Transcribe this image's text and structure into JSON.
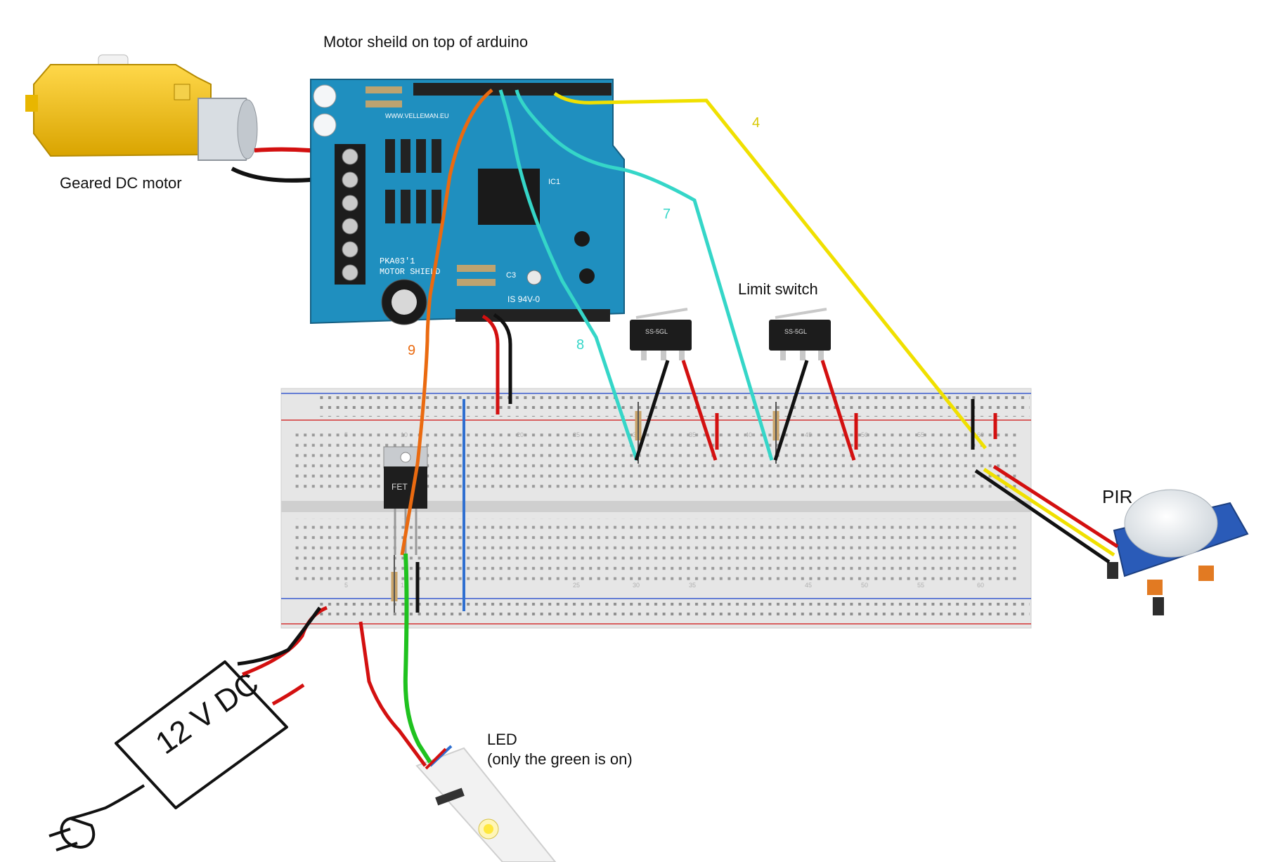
{
  "labels": {
    "shield_caption": "Motor sheild on top of arduino",
    "motor": "Geared DC motor",
    "limit_switch": "Limit switch",
    "pir": "PIR",
    "led_title": "LED",
    "led_note": "(only the green is on)",
    "psu": "12 V DC",
    "fet": "FET"
  },
  "shield_board": {
    "title": "PKA03'1",
    "subtitle": "MOTOR SHIELD",
    "brand": "WWW.VELLEMAN.EU",
    "marking": "IS 94V-0",
    "chip": "IC1",
    "cap": "C3"
  },
  "switch_marking": "SS-5GL",
  "wire_numbers": {
    "yellow": "4",
    "cyan_upper": "7",
    "cyan_lower": "8",
    "orange": "9"
  },
  "colors": {
    "shield": "#1f8fbf",
    "breadboard": "#e7e7e7",
    "motor": "#f5c518",
    "yellow_wire": "#f0e000",
    "cyan_wire": "#35d6c8",
    "orange_wire": "#ea6a10",
    "red_wire": "#d31010",
    "black_wire": "#111111",
    "blue_wire": "#2f6fd0",
    "green_wire": "#1fc21f",
    "rail_red": "#d43333",
    "rail_blue": "#3a5bcf"
  }
}
